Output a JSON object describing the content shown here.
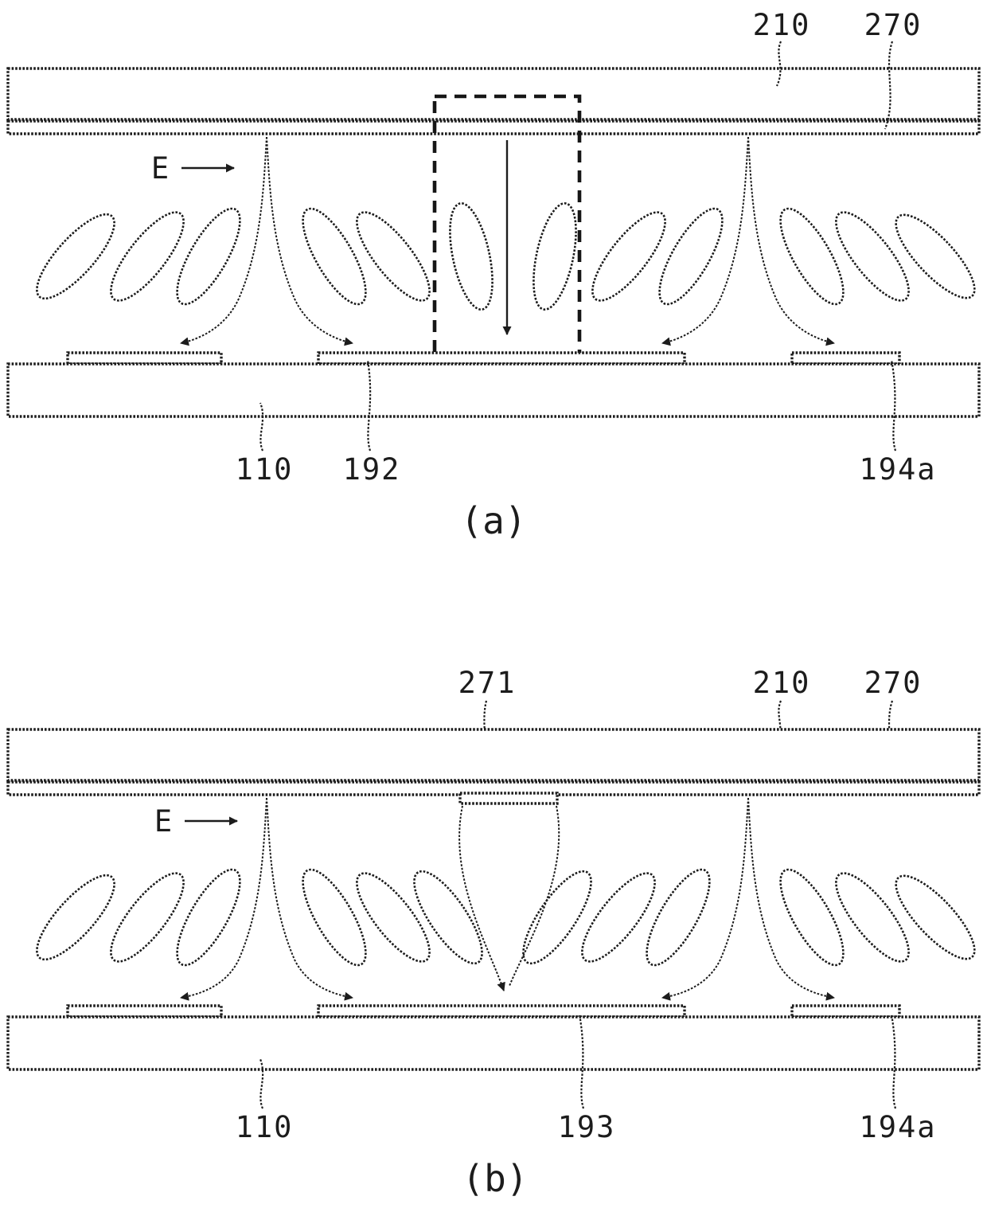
{
  "figure": {
    "type": "patent-lcd-cross-section",
    "colors": {
      "ink": "#1c1c1c",
      "background": "#ffffff"
    },
    "panels": [
      {
        "id": "a",
        "caption": "(a)",
        "labels": {
          "n210": "210",
          "n270": "270",
          "field": "E",
          "n110": "110",
          "n192": "192",
          "n194a": "194a"
        }
      },
      {
        "id": "b",
        "caption": "(b)",
        "labels": {
          "n271": "271",
          "n210": "210",
          "n270": "270",
          "field": "E",
          "n110": "110",
          "n193": "193",
          "n194a": "194a"
        }
      }
    ]
  }
}
